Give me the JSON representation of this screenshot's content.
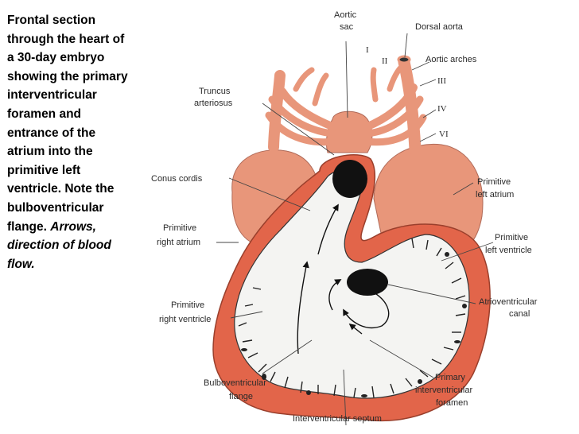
{
  "caption": {
    "plain": "Frontal section through the heart of a 30-day embryo showing the primary interventricular foramen and entrance of the atrium into the primitive left ventricle. Note the bulboventricular flange.",
    "italic": "Arrows, direction of blood flow."
  },
  "labels": {
    "aortic_sac_1": "Aortic",
    "aortic_sac_2": "sac",
    "dorsal_aorta": "Dorsal aorta",
    "aortic_arches": "Aortic arches",
    "arch_i": "I",
    "arch_ii": "II",
    "arch_iii": "III",
    "arch_iv": "IV",
    "arch_vi": "VI",
    "truncus_1": "Truncus",
    "truncus_2": "arteriosus",
    "conus_cordis": "Conus cordis",
    "prim_left_atrium_1": "Primitive",
    "prim_left_atrium_2": "left atrium",
    "prim_right_atrium_1": "Primitive",
    "prim_right_atrium_2": "right atrium",
    "prim_left_ventricle_1": "Primitive",
    "prim_left_ventricle_2": "left ventricle",
    "av_canal_1": "Atrioventricular",
    "av_canal_2": "canal",
    "prim_right_ventricle_1": "Primitive",
    "prim_right_ventricle_2": "right ventricle",
    "bulbo_flange_1": "Bulboventricular",
    "bulbo_flange_2": "flange",
    "prim_iv_foramen_1": "Primary",
    "prim_iv_foramen_2": "interventricular",
    "prim_iv_foramen_3": "foramen",
    "iv_septum": "Interventricular septum"
  },
  "colors": {
    "tissue": "#e8967a",
    "tissue_dark": "#e2654a",
    "lumen": "#f4f4f2",
    "dark": "#111111",
    "leader": "#444444"
  }
}
